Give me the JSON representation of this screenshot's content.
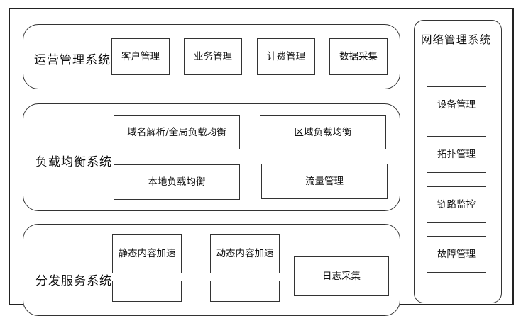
{
  "ops": {
    "title": "运营管理系统",
    "items": [
      "客户管理",
      "业务管理",
      "计费管理",
      "数据采集"
    ]
  },
  "lb": {
    "title": "负载均衡系统",
    "items": [
      "域名解析/全局负载均衡",
      "区域负载均衡",
      "本地负载均衡",
      "流量管理"
    ]
  },
  "dist": {
    "title": "分发服务系统",
    "items": [
      "静态内容加速",
      "动态内容加速",
      "日志采集"
    ]
  },
  "net": {
    "title": "网络管理系统",
    "items": [
      "设备管理",
      "拓扑管理",
      "链路监控",
      "故障管理"
    ]
  }
}
